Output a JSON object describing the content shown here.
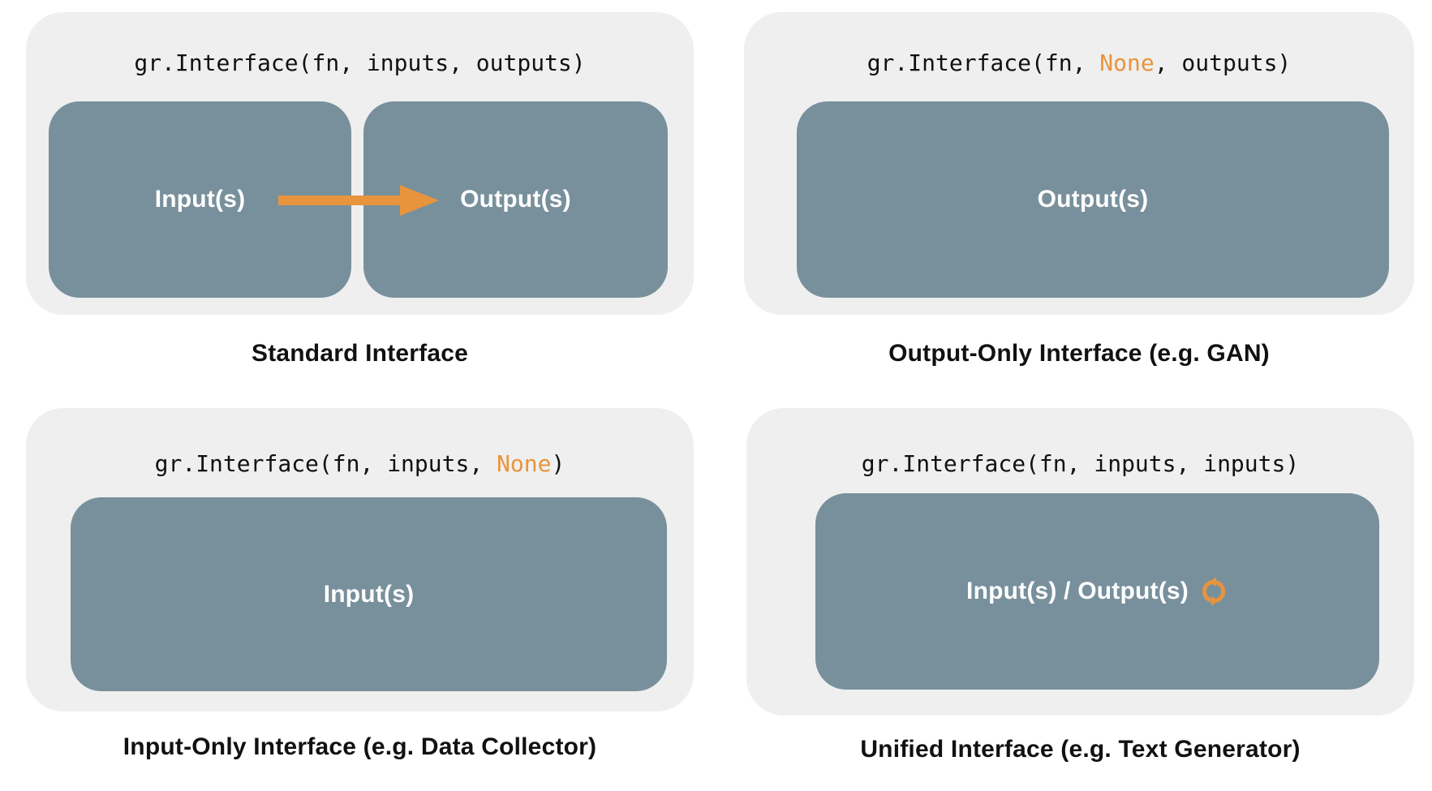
{
  "diagram": {
    "colors": {
      "accent": "#E8943D",
      "box": "#78909C",
      "panel": "#EFEFEF",
      "text": "#111111",
      "label": "#FFFFFF",
      "background": "#FFFFFF"
    },
    "panels": [
      {
        "id": "standard",
        "code": [
          {
            "text": "gr.Interface(fn, inputs, outputs)"
          }
        ],
        "boxes": [
          {
            "label": "Input(s)"
          },
          {
            "label": "Output(s)"
          }
        ],
        "connector": "arrow-right",
        "caption": "Standard Interface"
      },
      {
        "id": "output-only",
        "code": [
          {
            "text": "gr.Interface(fn, "
          },
          {
            "text": "None",
            "accent": true
          },
          {
            "text": ", outputs)"
          }
        ],
        "boxes": [
          {
            "label": "Output(s)"
          }
        ],
        "caption": "Output-Only Interface (e.g. GAN)"
      },
      {
        "id": "input-only",
        "code": [
          {
            "text": "gr.Interface(fn, inputs, "
          },
          {
            "text": "None",
            "accent": true
          },
          {
            "text": ")"
          }
        ],
        "boxes": [
          {
            "label": "Input(s)"
          }
        ],
        "caption": "Input-Only Interface (e.g. Data Collector)"
      },
      {
        "id": "unified",
        "code": [
          {
            "text": "gr.Interface(fn, inputs, inputs)"
          }
        ],
        "boxes": [
          {
            "label": "Input(s) / Output(s)",
            "icon": "sync-icon"
          }
        ],
        "caption": "Unified Interface (e.g. Text Generator)"
      }
    ]
  }
}
